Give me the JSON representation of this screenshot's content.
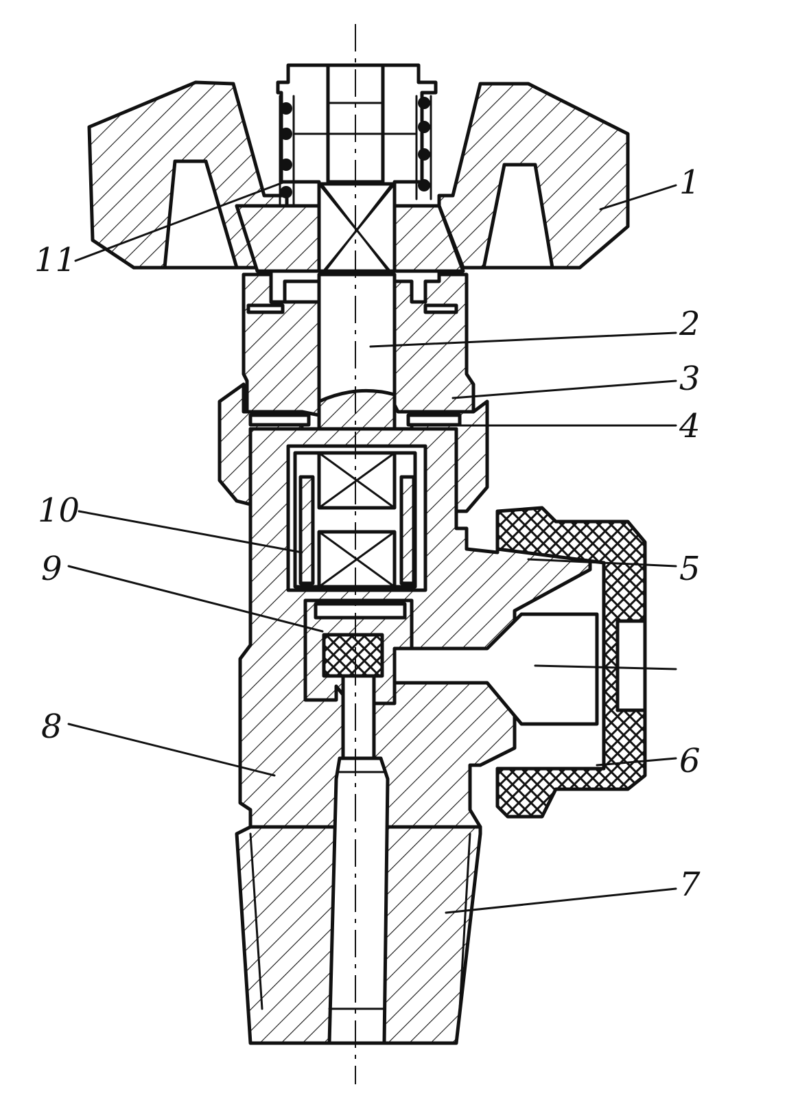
{
  "figure": {
    "colors": {
      "ink": "#111111",
      "paper": "#ffffff"
    },
    "callouts": [
      {
        "id": "1",
        "label": "1"
      },
      {
        "id": "2",
        "label": "2"
      },
      {
        "id": "3",
        "label": "3"
      },
      {
        "id": "4",
        "label": "4"
      },
      {
        "id": "5",
        "label": "5"
      },
      {
        "id": "6",
        "label": "6"
      },
      {
        "id": "7",
        "label": "7"
      },
      {
        "id": "8",
        "label": "8"
      },
      {
        "id": "9",
        "label": "9"
      },
      {
        "id": "10",
        "label": "10"
      },
      {
        "id": "11",
        "label": "11"
      }
    ]
  }
}
